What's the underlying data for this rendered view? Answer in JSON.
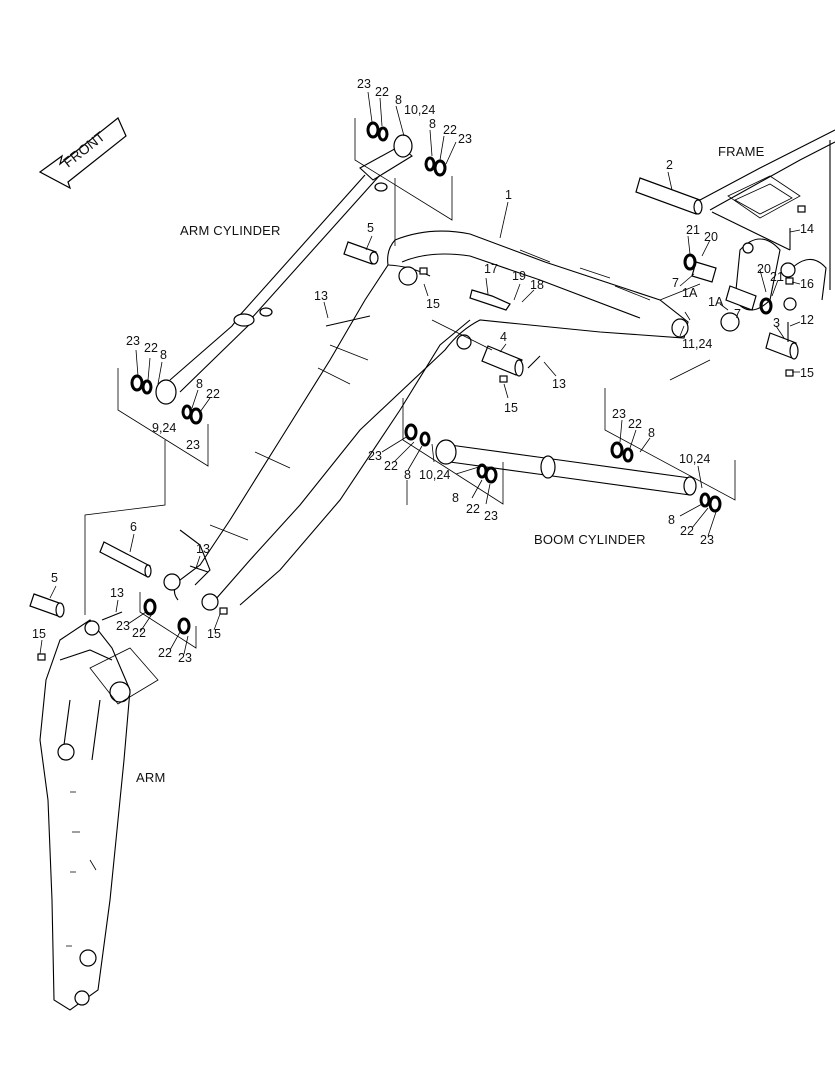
{
  "front_label": "FRONT",
  "captions": {
    "frame": "FRAME",
    "arm_cylinder": "ARM CYLINDER",
    "boom_cylinder": "BOOM CYLINDER",
    "arm": "ARM"
  },
  "callouts": {
    "c1": "1",
    "c2": "2",
    "c3": "3",
    "c4": "4",
    "c5a": "5",
    "c5b": "5",
    "c6": "6",
    "c7a": "7",
    "c7b": "7",
    "c8a": "8",
    "c8b": "8",
    "c8c": "8",
    "c8d": "8",
    "c8e": "8",
    "c8f": "8",
    "c8g": "8",
    "c8h": "8",
    "c9_24": "9,24",
    "c10_24a": "10,24",
    "c10_24b": "10,24",
    "c10_24c": "10,24",
    "c11_24": "11,24",
    "c12": "12",
    "c13a": "13",
    "c13b": "13",
    "c13c": "13",
    "c13d": "13",
    "c14": "14",
    "c15a": "15",
    "c15b": "15",
    "c15c": "15",
    "c15d": "15",
    "c15e": "15",
    "c16": "16",
    "c17": "17",
    "c18": "18",
    "c19": "19",
    "c20a": "20",
    "c20b": "20",
    "c21a": "21",
    "c21b": "21",
    "c22a": "22",
    "c22b": "22",
    "c22c": "22",
    "c22d": "22",
    "c22e": "22",
    "c22f": "22",
    "c22g": "22",
    "c22h": "22",
    "c22i": "22",
    "c22j": "22",
    "c23a": "23",
    "c23b": "23",
    "c23c": "23",
    "c23d": "23",
    "c23e": "23",
    "c23f": "23",
    "c23g": "23",
    "c23h": "23",
    "c23i": "23",
    "c23j": "23",
    "c1Aa": "1A",
    "c1Ab": "1A"
  }
}
